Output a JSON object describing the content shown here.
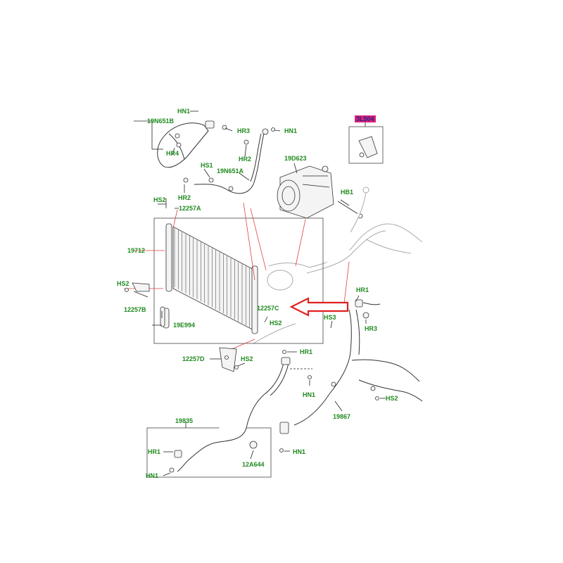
{
  "labels": {
    "hn1_top": "HN1",
    "p19n651b": "19N651B",
    "hr3_top": "HR3",
    "hn1_top_right": "HN1",
    "hr4": "HR4",
    "hr2_top": "HR2",
    "hs1": "HS1",
    "p19n651a": "19N651A",
    "p19d623": "19D623",
    "hr2_mid": "HR2",
    "hs2_top": "HS2",
    "p12257a": "12257A",
    "hb1": "HB1",
    "p19712": "19712",
    "hs2_left": "HS2",
    "p12257b": "12257B",
    "p19e994": "19E994",
    "p12257c": "12257C",
    "hs2_mid": "HS2",
    "hr1_right": "HR1",
    "hs3": "HS3",
    "hr3_right": "HR3",
    "p12257d": "12257D",
    "hr1_mid": "HR1",
    "hs2_low": "HS2",
    "hn1_mid": "HN1",
    "p19867": "19867",
    "hs2_right": "HS2",
    "p19835": "19835",
    "hr1_low": "HR1",
    "hn1_low_right": "HN1",
    "p12a644": "12A644",
    "hn1_bottom": "HN1",
    "tag_3l504": "3L504"
  },
  "colors": {
    "label_green": "#1f8a1f",
    "highlight_red": "#e02020",
    "tag_fill": "#e0207a"
  }
}
